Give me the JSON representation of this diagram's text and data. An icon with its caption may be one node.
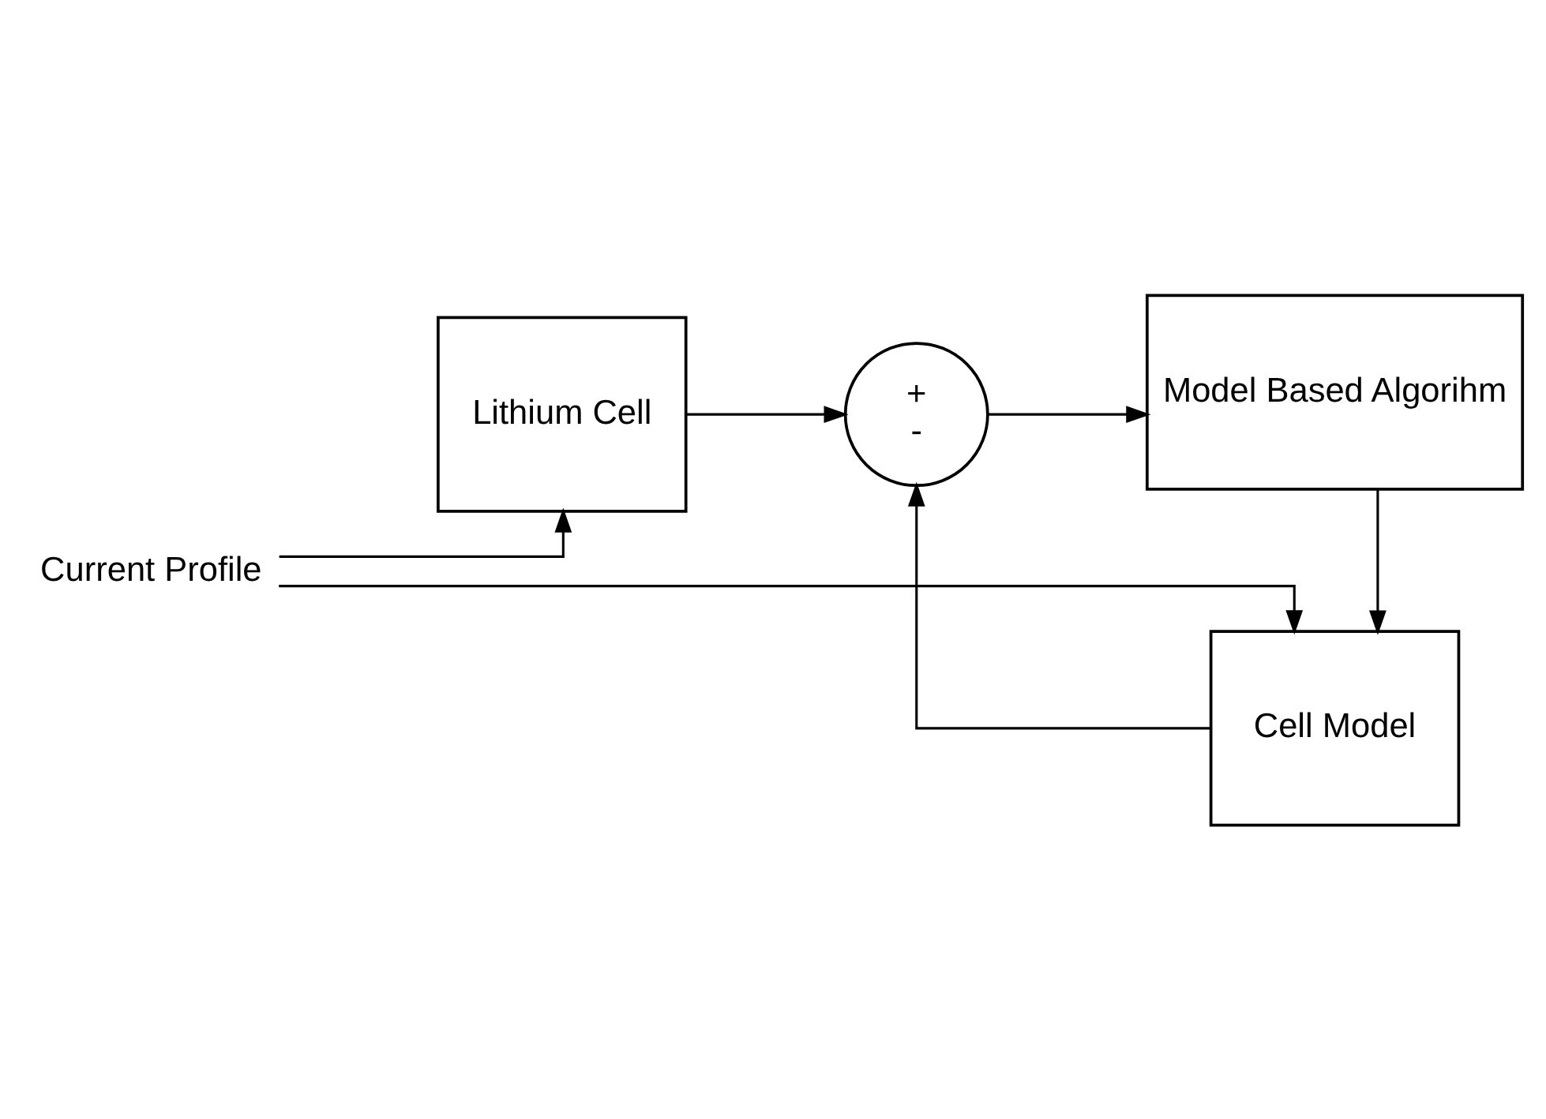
{
  "diagram": {
    "nodes": [
      {
        "text": [
          "Current Profile"
        ]
      },
      {
        "text": [
          "Lithium Cell"
        ]
      },
      {
        "text": [
          "Cell Model"
        ]
      },
      {
        "text": [
          "+",
          "-"
        ]
      },
      {
        "text": [
          "Model Based Algorihm"
        ]
      }
    ],
    "edges": [
      {
        "from": 0,
        "to": 1,
        "arrow": "to"
      },
      {
        "from": 0,
        "to": 2,
        "arrow": "to"
      },
      {
        "from": 1,
        "to": 3,
        "arrow": "to"
      },
      {
        "from": 2,
        "to": 3,
        "arrow": "to"
      },
      {
        "from": 3,
        "to": 4,
        "arrow": "to"
      },
      {
        "from": 4,
        "to": 2,
        "arrow": "to"
      }
    ]
  }
}
